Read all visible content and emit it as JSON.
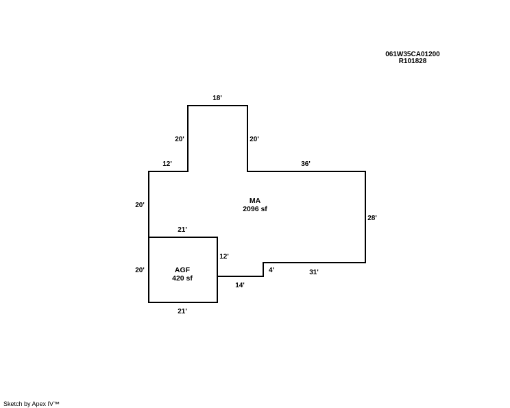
{
  "header": {
    "parcel_id": "061W35CA01200",
    "account_id": "R101828"
  },
  "footer": {
    "credit": "Sketch by Apex IV™"
  },
  "colors": {
    "line": "#000000",
    "background": "#ffffff"
  },
  "areas": {
    "main": {
      "code": "MA",
      "size": "2096 sf"
    },
    "garage": {
      "code": "AGF",
      "size": "420 sf"
    }
  },
  "dimensions": {
    "top": "18'",
    "upper_left": "20'",
    "upper_right": "20'",
    "left_step": "12'",
    "right_top": "36'",
    "left_mid": "20'",
    "right_side": "28'",
    "garage_top": "21'",
    "garage_right": "12'",
    "garage_left": "20'",
    "notch_top": "4'",
    "notch_bottom": "14'",
    "bottom_right": "31'",
    "garage_bottom": "21'"
  }
}
